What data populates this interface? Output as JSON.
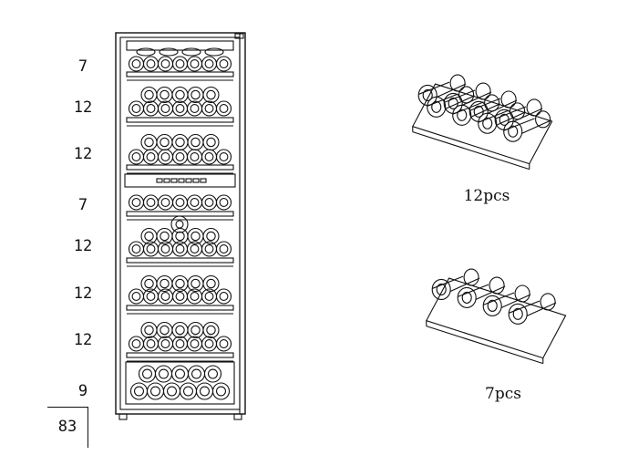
{
  "cabinet": {
    "shelf_counts": [
      "7",
      "12",
      "12",
      "7",
      "12",
      "12",
      "12",
      "9"
    ],
    "total": "83"
  },
  "shelf_types": [
    {
      "caption": "12pcs"
    },
    {
      "caption": "7pcs"
    }
  ],
  "icons": {
    "cabinet": "wine-cabinet-drawing-icon",
    "shelf_full": "full-shelf-drawing-icon",
    "shelf_half": "half-shelf-drawing-icon"
  }
}
